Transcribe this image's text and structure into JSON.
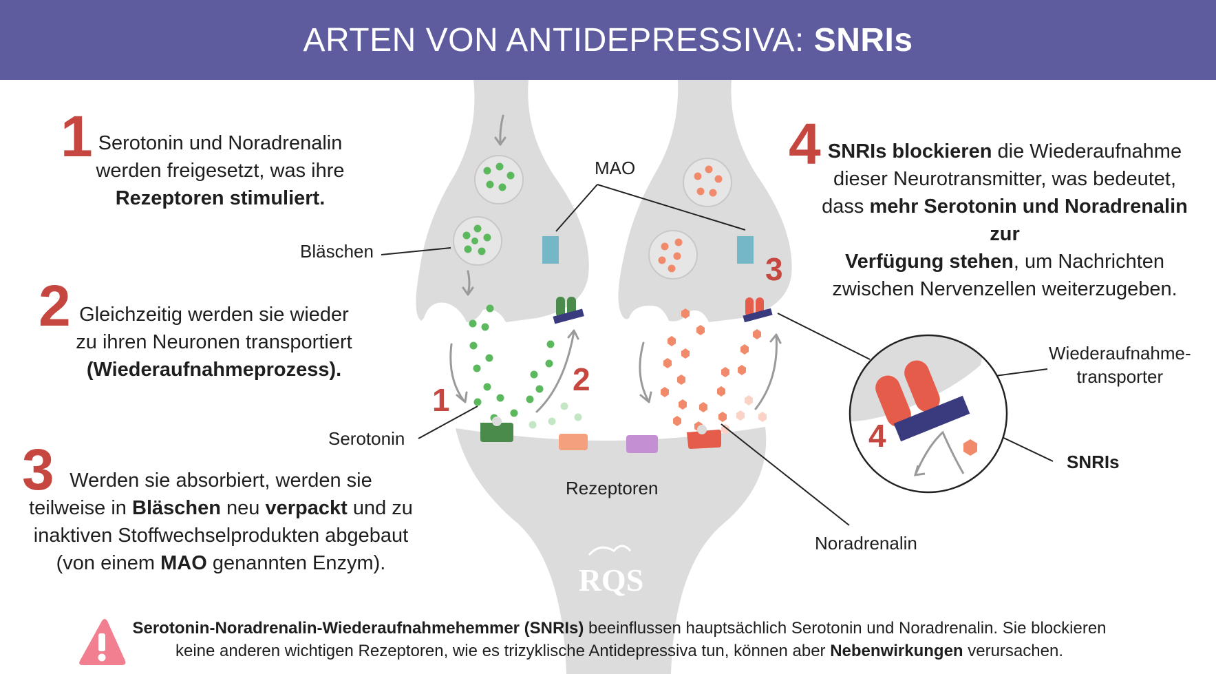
{
  "header": {
    "title_prefix": "ARTEN VON ANTIDEPRESSIVA:",
    "title_bold": "SNRIs"
  },
  "steps": [
    {
      "number": "1",
      "parts": [
        "Serotonin und Noradrenalin",
        "werden freigesetzt, was ihre",
        "Rezeptoren stimuliert."
      ]
    },
    {
      "number": "2",
      "parts": [
        "Gleichzeitig werden sie wieder",
        "zu ihren Neuronen transportiert",
        "(Wiederaufnahmeprozess)."
      ]
    },
    {
      "number": "3",
      "parts": [
        "Werden sie absorbiert, werden sie",
        "teilweise in ",
        "Bläschen",
        " neu ",
        "verpackt",
        " und zu",
        "inaktiven Stoffwechselprodukten abgebaut",
        "(von einem ",
        "MAO",
        " genannten Enzym)."
      ]
    },
    {
      "number": "4",
      "parts": [
        "SNRIs blockieren",
        " die Wiederaufnahme",
        "dieser Neurotransmitter, was bedeutet,",
        "dass ",
        "mehr Serotonin und Noradrenalin zur",
        "Verfügung stehen",
        ", um Nachrichten",
        "zwischen Nervenzellen weiterzugeben."
      ]
    }
  ],
  "labels": {
    "mao": "MAO",
    "blaschen": "Bläschen",
    "serotonin": "Serotonin",
    "rezeptoren": "Rezeptoren",
    "noradrenalin": "Noradrenalin",
    "transporter_1": "Wiederaufnahme-",
    "transporter_2": "transporter",
    "snris": "SNRIs",
    "marker_1": "1",
    "marker_2": "2",
    "marker_3": "3",
    "marker_4": "4"
  },
  "logo": {
    "text": "RQS"
  },
  "footer": {
    "bold_1": "Serotonin-Noradrenalin-Wiederaufnahmehemmer (SNRIs)",
    "text_1": " beeinflussen hauptsächlich Serotonin und Noradrenalin. Sie blockieren",
    "text_2": "keine anderen wichtigen Rezeptoren, wie es trizyklische Antidepressiva tun, können aber ",
    "bold_2": "Nebenwirkungen",
    "text_3": " verursachen."
  },
  "colors": {
    "header_bg": "#5e5c9e",
    "accent_red": "#c5473f",
    "serotonin_green": "#5cb85c",
    "noradrenalin_salmon": "#f08a6a",
    "neuron_gray": "#dcdcdc",
    "mao_blue": "#76b7c7",
    "snri_navy": "#3a3a7e",
    "transporter_red": "#e65c4a",
    "warning_pink": "#f17f8f"
  }
}
